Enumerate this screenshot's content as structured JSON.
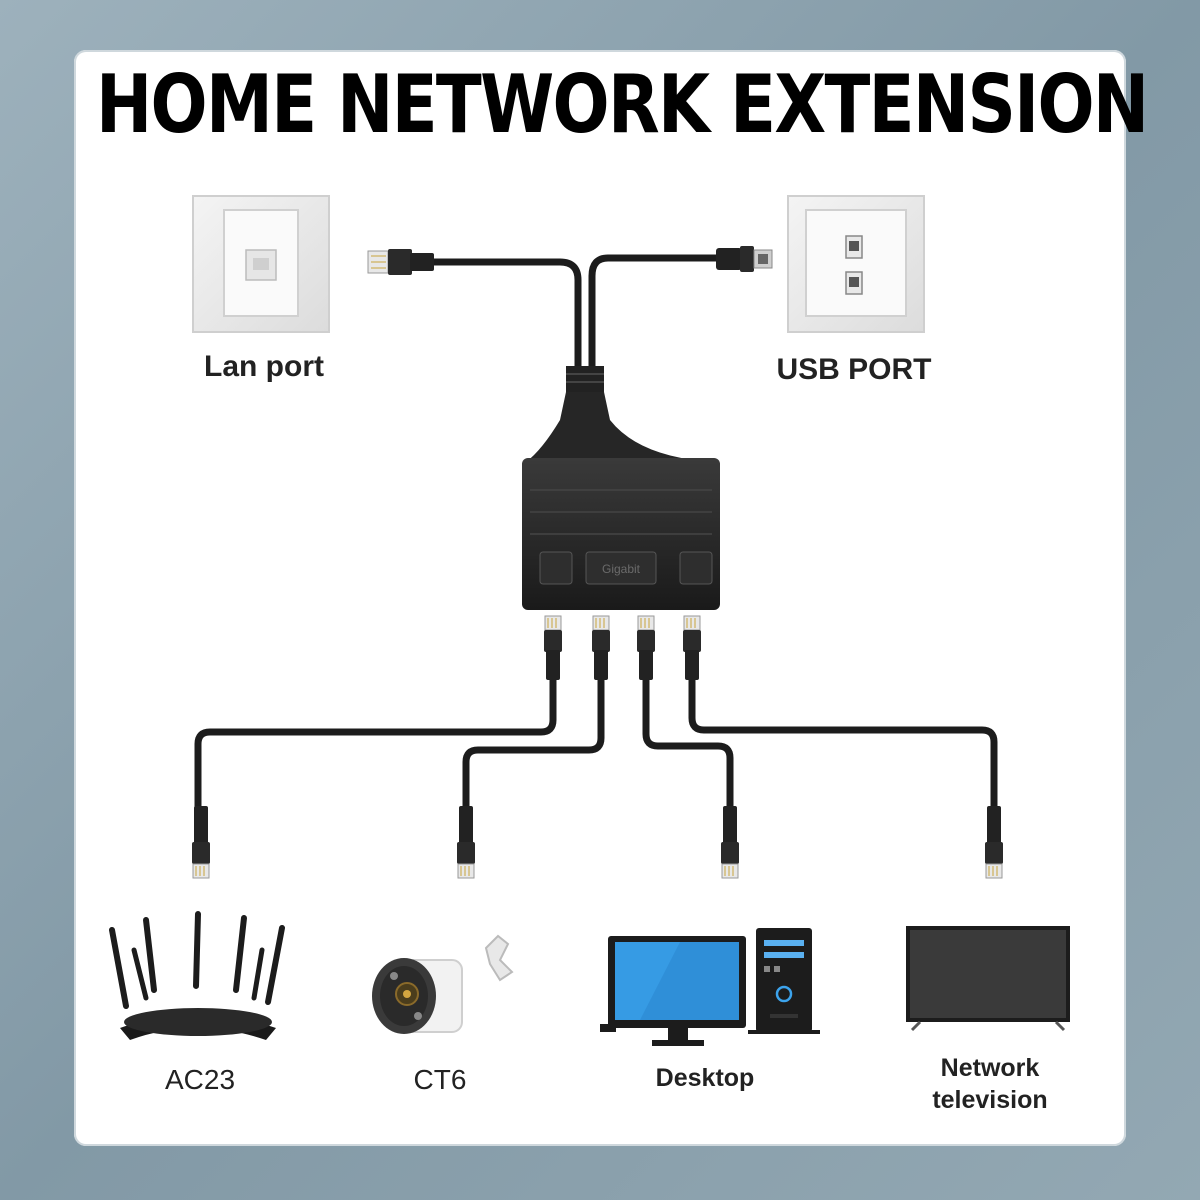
{
  "title": "HOME NETWORK EXTENSION",
  "inputs": {
    "lan": {
      "label": "Lan port",
      "icon": "lan-wall-socket-icon"
    },
    "usb": {
      "label": "USB PORT",
      "icon": "usb-wall-socket-icon"
    }
  },
  "hub": {
    "badge": "Gigabit",
    "icon": "gigabit-switch-hub-icon"
  },
  "devices": [
    {
      "label": "AC23",
      "icon": "router-icon"
    },
    {
      "label": "CT6",
      "icon": "security-camera-icon"
    },
    {
      "label": "Desktop",
      "icon": "desktop-computer-icon"
    },
    {
      "label": "Network\ntelevision",
      "icon": "television-icon"
    }
  ],
  "colors": {
    "background": "#8fa4b0",
    "panel": "#ffffff",
    "cable": "#1c1c1c",
    "text": "#000000"
  }
}
